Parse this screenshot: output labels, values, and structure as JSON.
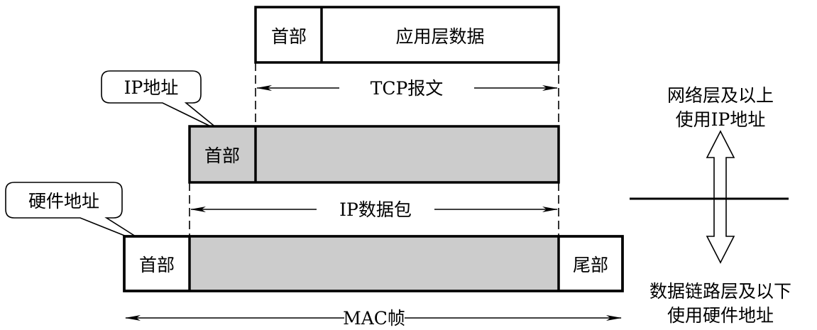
{
  "tcp_segment": {
    "header": "首部",
    "payload": "应用层数据",
    "span_label": "TCP报文"
  },
  "ip_datagram": {
    "header": "首部",
    "span_label": "IP数据包",
    "callout": "IP地址"
  },
  "mac_frame": {
    "header": "首部",
    "trailer": "尾部",
    "span_label": "MAC帧",
    "callout": "硬件地址"
  },
  "layers": {
    "upper_line1": "网络层及以上",
    "upper_line2": "使用IP地址",
    "lower_line1": "数据链路层及以下",
    "lower_line2": "使用硬件地址"
  },
  "colors": {
    "payload_fill": "#cccccc",
    "stroke": "#000000"
  }
}
